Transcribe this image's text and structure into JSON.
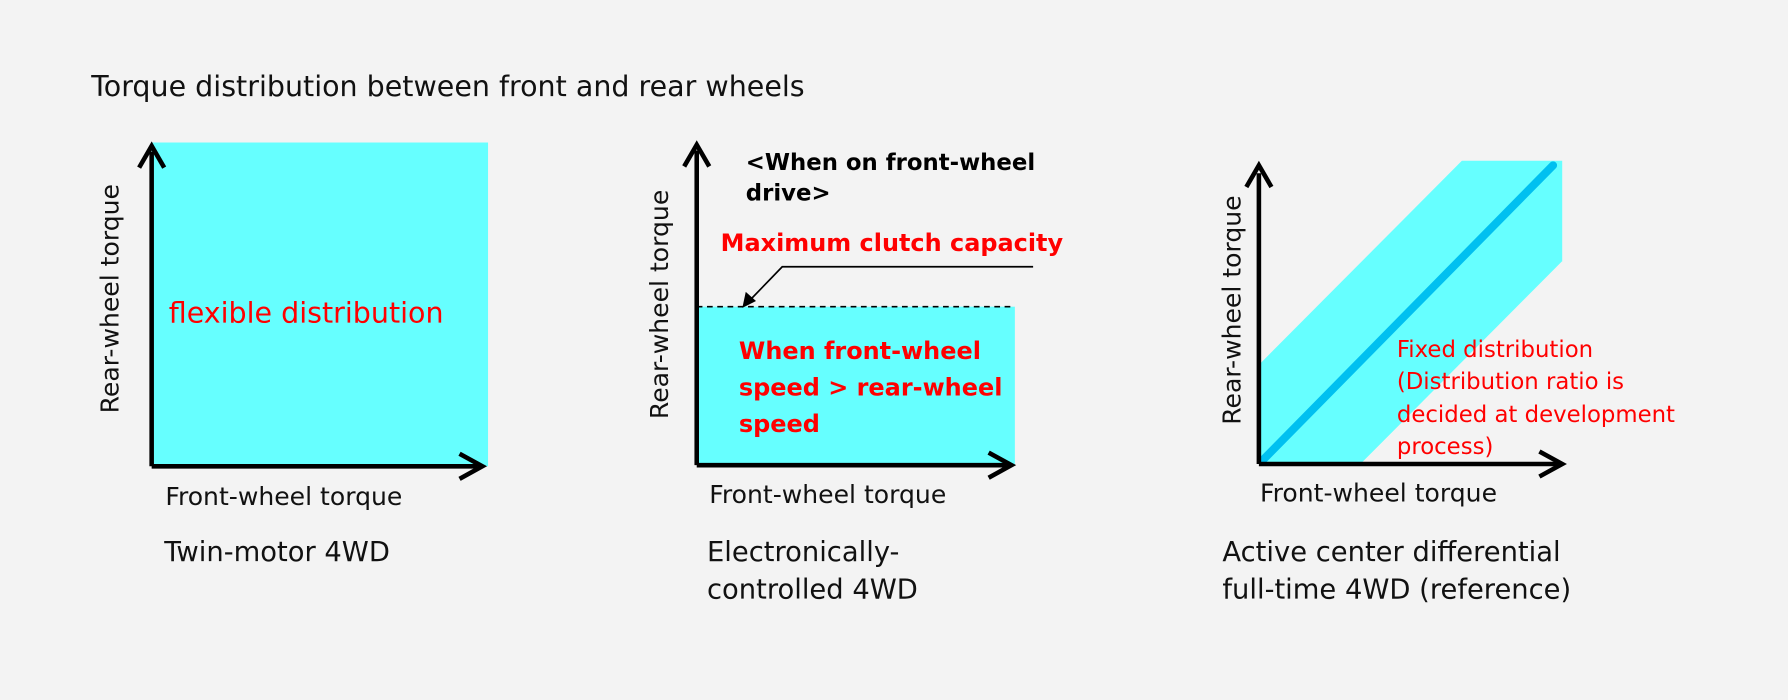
{
  "title": "Torque distribution between front and rear wheels",
  "colors": {
    "background": "#f3f3f3",
    "fill": "#66ffff",
    "axis": "#000000",
    "red": "#ff0000",
    "diagonal": "#00c0f0"
  },
  "panels": [
    {
      "ylabel": "Rear-wheel torque",
      "xlabel": "Front-wheel torque",
      "caption": [
        "Twin-motor 4WD"
      ],
      "region_label": "flexible distribution"
    },
    {
      "ylabel": "Rear-wheel torque",
      "xlabel": "Front-wheel torque",
      "caption": [
        "Electronically-",
        "controlled 4WD"
      ],
      "condition_label": [
        "<When on front-wheel",
        "drive>"
      ],
      "limit_label": "Maximum clutch capacity",
      "region_label": [
        "When front-wheel",
        "speed > rear-wheel",
        "speed"
      ]
    },
    {
      "ylabel": "Rear-wheel torque",
      "xlabel": "Front-wheel torque",
      "caption": [
        "Active center differential",
        "full-time 4WD (reference)"
      ],
      "region_label": [
        "Fixed distribution",
        "(Distribution ratio is",
        "decided at development",
        "process)"
      ]
    }
  ]
}
